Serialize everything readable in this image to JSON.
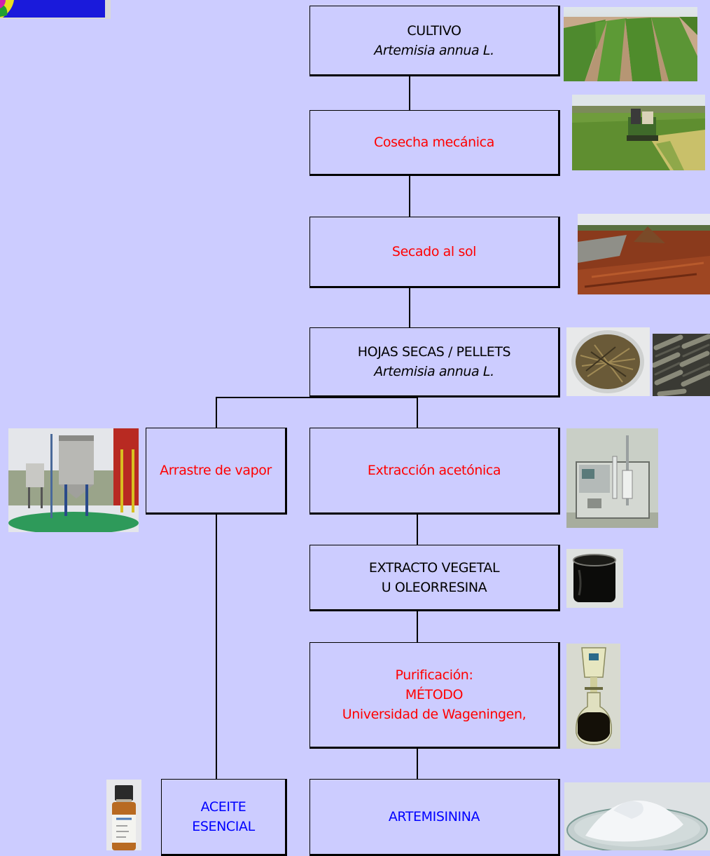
{
  "steps": {
    "cultivo": {
      "title": "CULTIVO",
      "subtitle": "Artemisia annua L."
    },
    "cosecha": {
      "title": "Cosecha mecánica"
    },
    "secado": {
      "title": "Secado al sol"
    },
    "hojas": {
      "title": "HOJAS SECAS / PELLETS",
      "subtitle": "Artemisia annua L."
    },
    "arrastre": {
      "title": "Arrastre de vapor"
    },
    "extraccion": {
      "title": "Extracción acetónica"
    },
    "extracto": {
      "line1": "EXTRACTO VEGETAL",
      "line2": "U OLEORRESINA"
    },
    "purificacion": {
      "line1": "Purificación:",
      "line2": "MÉTODO",
      "line3": "Universidad de Wageningen,"
    },
    "aceite": {
      "line1": "ACEITE",
      "line2": "ESENCIAL"
    },
    "artemisinina": {
      "title": "ARTEMISININA"
    }
  },
  "colors": {
    "background": "#ccccff",
    "step_text": "#000000",
    "process_text": "#ff0000",
    "product_text": "#0000ff"
  },
  "photos": [
    "logo-image",
    "crop-field-photo",
    "harvester-photo",
    "sun-drying-photo",
    "dried-leaves-photo",
    "pellets-photo",
    "steam-distillation-plant-photo",
    "extraction-equipment-photo",
    "extract-jar-photo",
    "purification-funnel-photo",
    "essential-oil-bottle-photo",
    "artemisinin-powder-photo"
  ]
}
